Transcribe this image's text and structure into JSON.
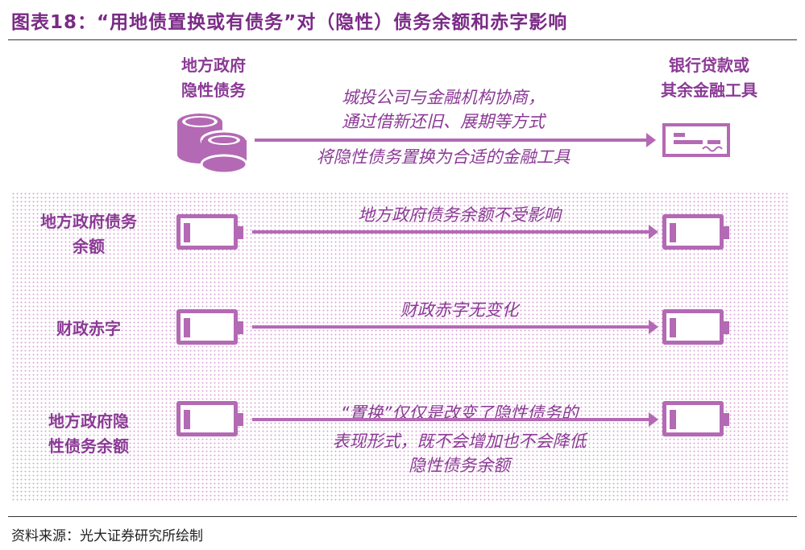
{
  "title": "图表18：“用地债置换或有债务”对（隐性）债务余额和赤字影响",
  "top": {
    "left_label": [
      "地方政府",
      "隐性债务"
    ],
    "right_label": [
      "银行贷款或",
      "其余金融工具"
    ],
    "description": [
      "城投公司与金融机构协商，",
      "通过借新还旧、展期等方式",
      "将隐性债务置换为合适的金融工具"
    ]
  },
  "rows": [
    {
      "label": [
        "地方政府债务",
        "余额"
      ],
      "note": [
        "地方政府债务余额不受影响"
      ]
    },
    {
      "label": [
        "财政赤字"
      ],
      "note": [
        "财政赤字无变化"
      ]
    },
    {
      "label": [
        "地方政府隐",
        "性债务余额"
      ],
      "note": [
        "“置换”仅仅是改变了隐性债务的",
        "表现形式，既不会增加也不会降低",
        "隐性债务余额"
      ]
    }
  ],
  "source": "资料来源：光大证券研究所绘制",
  "colors": {
    "accent": "#b469b4",
    "text": "#8b3a95"
  }
}
